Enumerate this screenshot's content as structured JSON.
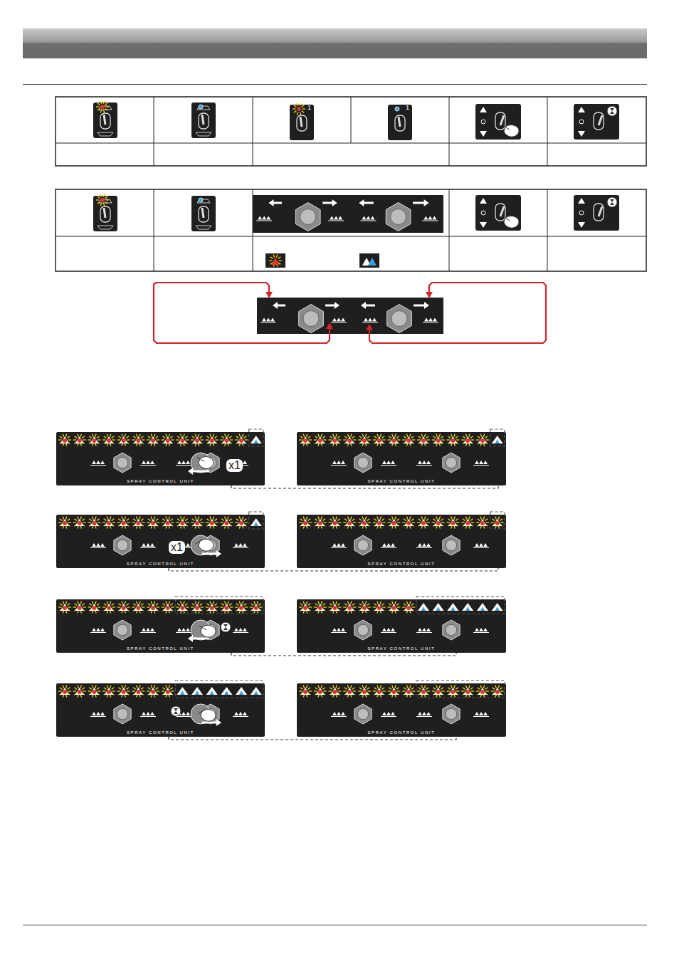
{
  "diagram": {
    "nodes": [
      {
        "text": [
          "SPRAY CONTROL UNIT"
        ]
      },
      {
        "text": [
          "SPRAY CONTROL UNIT"
        ]
      },
      {
        "text": [
          "SPRAY CONTROL UNIT"
        ]
      },
      {
        "text": [
          "SPRAY CONTROL UNIT"
        ]
      },
      {
        "text": [
          "SPRAY CONTROL UNIT"
        ]
      },
      {
        "text": [
          "SPRAY CONTROL UNIT"
        ]
      },
      {
        "text": [
          "SPRAY CONTROL UNIT"
        ]
      },
      {
        "text": [
          "SPRAY CONTROL UNIT"
        ]
      }
    ],
    "edges": [
      {
        "from": 0,
        "to": 1,
        "arrow": "none"
      },
      {
        "from": 2,
        "to": 3,
        "arrow": "none"
      },
      {
        "from": 4,
        "to": 5,
        "arrow": "none"
      },
      {
        "from": 6,
        "to": 7,
        "arrow": "none"
      }
    ],
    "labels": [
      "1",
      "1",
      "x1",
      "x1"
    ]
  }
}
